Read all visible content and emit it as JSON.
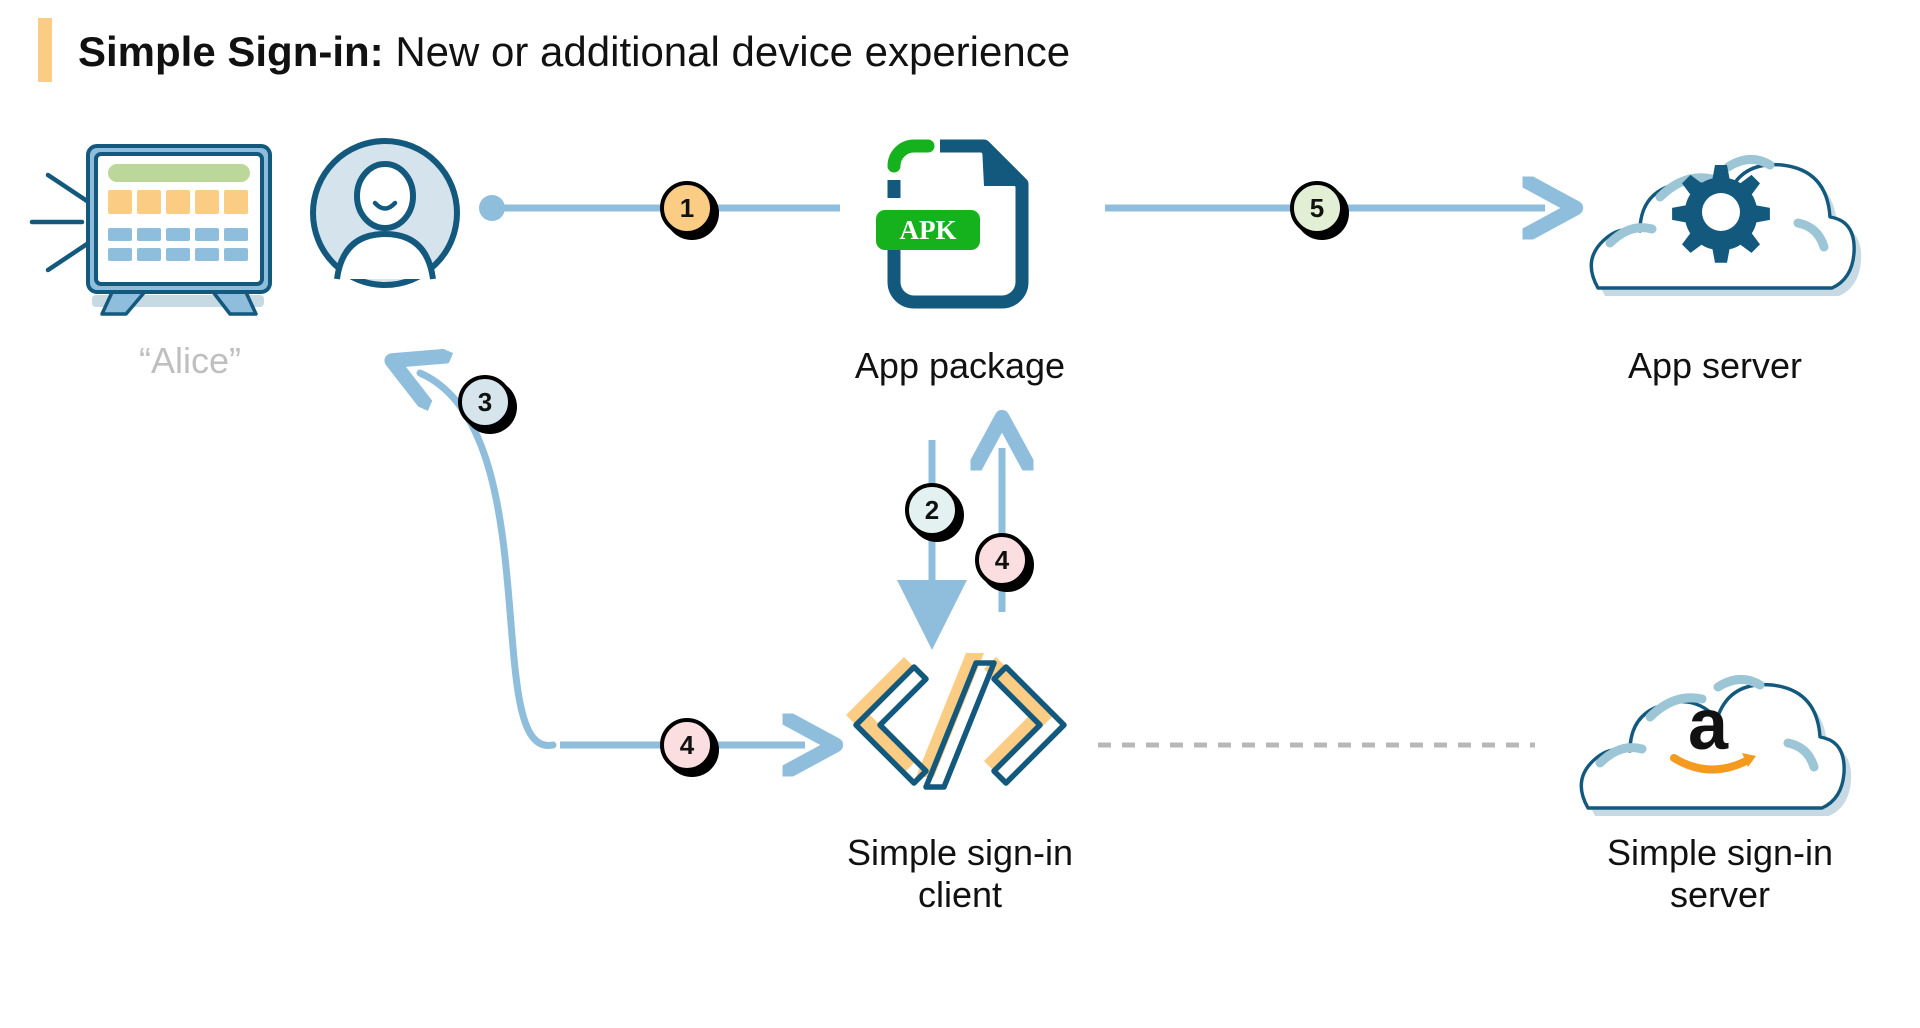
{
  "title": {
    "bold": "Simple Sign-in:",
    "regular": " New or additional device experience",
    "accent_color": "#FBCC83"
  },
  "nodes": [
    {
      "id": "device",
      "icon": "tv-device-icon",
      "label": "“Alice”",
      "label_color": "#BFBFBF"
    },
    {
      "id": "app-package",
      "icon": "apk-file-icon",
      "label": "App package"
    },
    {
      "id": "app-server",
      "icon": "cloud-gear-icon",
      "label": "App server"
    },
    {
      "id": "signin-client",
      "icon": "code-brackets-icon",
      "label": "Simple sign-in\nclient"
    },
    {
      "id": "signin-server",
      "icon": "cloud-amazon-icon",
      "label": "Simple sign-in\nserver"
    }
  ],
  "steps": [
    {
      "number": "1",
      "fill": "#FBCC83",
      "from": "device",
      "to": "app-package"
    },
    {
      "number": "2",
      "fill": "#E3F2F0",
      "from": "app-package",
      "to": "signin-client"
    },
    {
      "number": "3",
      "fill": "#D6E4EC",
      "from": "signin-client",
      "to": "device"
    },
    {
      "number": "4",
      "fill": "#FBDEE0",
      "from": "device",
      "to": "signin-client"
    },
    {
      "number": "4b",
      "fill": "#FBDEE0",
      "label": "4",
      "from": "signin-client",
      "to": "app-package"
    },
    {
      "number": "5",
      "fill": "#E3EFD5",
      "from": "app-package",
      "to": "app-server"
    }
  ],
  "apk_badge_text": "APK",
  "colors": {
    "navy": "#13597E",
    "arrow_blue": "#8FBDDC",
    "light_blue_fill": "#D4E3EC",
    "tv_blue": "#8FBDDC",
    "tv_green": "#BBD79A",
    "tv_orange": "#FBCC83",
    "apk_green": "#16B21E",
    "amazon_orange": "#F49A1E",
    "dotted_line": "#B8B8B8"
  }
}
